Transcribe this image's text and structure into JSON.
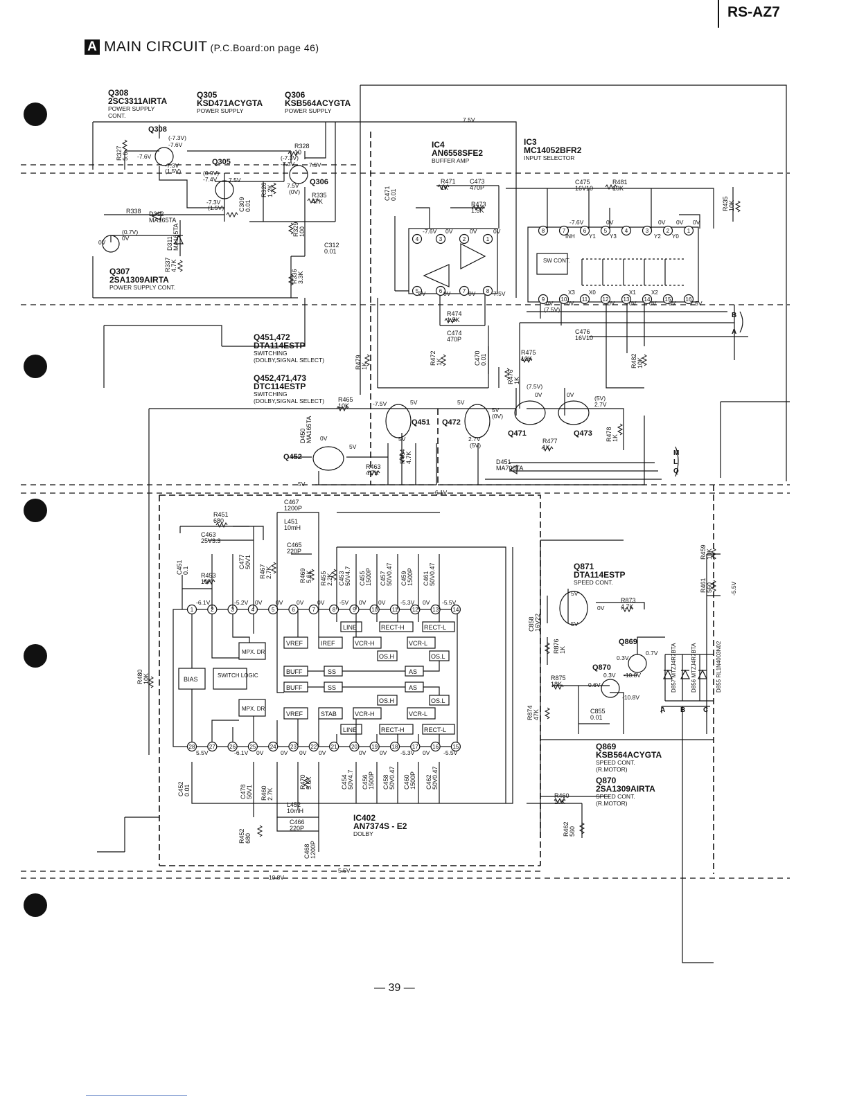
{
  "header": {
    "model": "RS-AZ7",
    "section_badge": "A",
    "section_title": "MAIN  CIRCUIT",
    "section_note": "(P.C.Board:on page 46)"
  },
  "page_number": "— 39 —",
  "components": {
    "q308": {
      "part": "Q308",
      "type": "2SC3311AIRTA",
      "function": "POWER SUPPLY CONT."
    },
    "q305": {
      "part": "Q305",
      "type": "KSD471ACYGTA",
      "function": "POWER SUPPLY"
    },
    "q306": {
      "part": "Q306",
      "type": "KSB564ACYGTA",
      "function": "POWER SUPPLY"
    },
    "ic4": {
      "part": "IC4",
      "type": "AN6558SFE2",
      "function": "BUFFER AMP"
    },
    "ic3": {
      "part": "IC3",
      "type": "MC14052BFR2",
      "function": "INPUT SELECTOR"
    },
    "q307": {
      "part": "Q307",
      "type": "2SA1309AIRTA",
      "function": "POWER SUPPLY CONT."
    },
    "q451": {
      "part": "Q451,472",
      "type": "DTA114ESTP",
      "function": "SWITCHING",
      "function2": "(DOLBY,SIGNAL SELECT)"
    },
    "q452": {
      "part": "Q452,471,473",
      "type": "DTC114ESTP",
      "function": "SWITCHING",
      "function2": "(DOLBY,SIGNAL SELECT)"
    },
    "q871": {
      "part": "Q871",
      "type": "DTA114ESTP",
      "function": "SPEED CONT."
    },
    "q869": {
      "part": "Q869",
      "type": "KSB564ACYGTA",
      "function": "SPEED CONT.",
      "function2": "(R.MOTOR)"
    },
    "q870": {
      "part": "Q870",
      "type": "2SA1309AIRTA",
      "function": "SPEED CONT.",
      "function2": "(R.MOTOR)"
    },
    "ic402": {
      "part": "IC402",
      "type": "AN7374S - E2",
      "function": "DOLBY"
    }
  },
  "rail_labels": {
    "r75": "7.5V",
    "r5": "5V",
    "rm61": "-6.1V",
    "r55": "5.5V",
    "rm108": "-10.8V",
    "rm55": "-5.5V"
  },
  "connector_labels": {
    "b": "B",
    "a": "A",
    "m": "M",
    "l": "L",
    "q": "Q"
  },
  "diode_group": {
    "a": "A",
    "b": "B",
    "c": "C",
    "d857": "D857 MTZJ4R7BTA",
    "d856": "D856 MTZJ4R7BTA",
    "d855": "D855 RL1N4003N02"
  },
  "ic402_blocks": {
    "bias": "BIAS",
    "switch_logic": "SWITCH LOGIC",
    "mpx_dr": "MPX. DR",
    "vref": "VREF",
    "iref": "IREF",
    "stab": "STAB",
    "buff": "BUFF",
    "ss": "SS",
    "line": "LINE",
    "vcr_h": "VCR-H",
    "vcr_l": "VCR-L",
    "rect_h": "RECT-H",
    "rect_l": "RECT-L",
    "os_h": "OS.H",
    "os_l": "OS.L",
    "as": "AS"
  },
  "ic3_blocks": {
    "sw_cont": "SW CONT.",
    "inh": "INH",
    "y1": "Y1",
    "y3": "Y3",
    "y2": "Y2",
    "y0": "Y0",
    "x3": "X3",
    "x0": "X0",
    "x1": "X1",
    "x2": "X2"
  },
  "parts": {
    "r327": "R327 5.6",
    "r328": "R328 10",
    "r335": "R335 47K",
    "r326": "R326 1.2K",
    "c309": "C309 0.01",
    "r338": "R338",
    "d312": "D312 MA165TA",
    "d311": "D311 MA165TA",
    "r337": "R337 4.7K",
    "r329": "R329 100",
    "c312": "C312 0.01",
    "r336": "R336 3.3K",
    "c471": "C471 0.01",
    "r471": "R471 1K",
    "c473": "C473 470P",
    "r473": "R473 1.5K",
    "r474": "R474 1.5K",
    "c474": "C474 470P",
    "r472": "R472 1K",
    "c470": "C470 0.01",
    "r475": "R475 10K",
    "r476": "R476 1K",
    "c475": "C475 16V10",
    "r481": "R481 10K",
    "r435": "R435 10K",
    "c476": "C476 16V10",
    "r482": "R482 10K",
    "r479": "R479 1K",
    "r465": "R465 10K",
    "d450": "D450 MA165TA",
    "r463": "R463 4.7K",
    "r464": "R464 4.7K",
    "r477": "R477 1K",
    "d451": "D451 MA700TA",
    "r478": "R478 1K",
    "c467": "C467 1200P",
    "r451": "R451 680",
    "l451": "L451 10mH",
    "c463": "C463 25V3.3",
    "c465": "C465 220P",
    "c451": "C451 0.1",
    "r453": "R453 10K",
    "c477": "C477 50V1",
    "r467": "R467 2.7K",
    "r469": "R469 5.6K",
    "r455": "R455 2.2K",
    "c453": "C453 50V4.7",
    "c455": "C455 1500P",
    "c457": "C457 50V0.47",
    "c459": "C459 1500P",
    "c461": "C461 50V0.47",
    "r480": "R480 10K",
    "c452": "C452 0.01",
    "c478": "C478 50V1",
    "r460b": "R460 2.7K",
    "r470": "R470 5.6K",
    "l452": "L452 10mH",
    "c466": "C466 220P",
    "r452": "R452 680",
    "c468": "C468 1200P",
    "c454": "C454 50V4.7",
    "c456": "C456 1500P",
    "c458": "C458 50V0.47",
    "c460": "C460 1500P",
    "c462": "C462 50V0.47",
    "r459": "R459 10K",
    "r461": "R461 560",
    "r873": "R873 4.7K",
    "c858": "C858 16V22",
    "r876": "R876 1K",
    "r875": "R875 18K",
    "c855": "C855 0.01",
    "r874": "R874 47K",
    "r460": "R460 10K",
    "r462": "R462 560"
  }
}
